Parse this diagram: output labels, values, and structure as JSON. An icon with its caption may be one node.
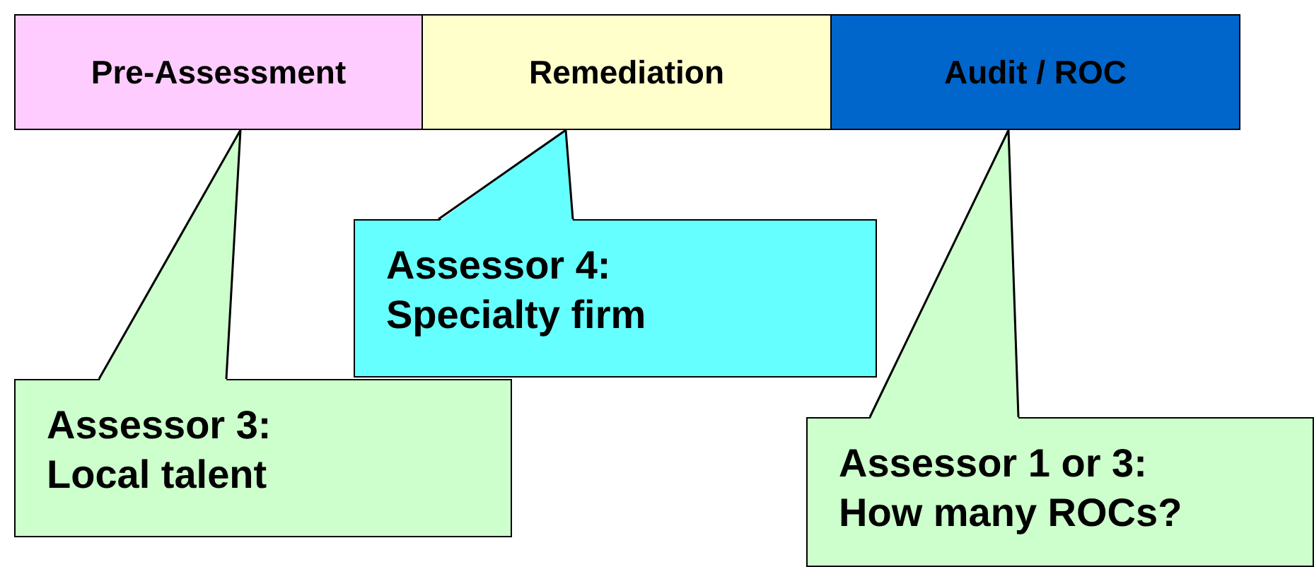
{
  "diagram": {
    "nodes": [
      {
        "text": [
          "Pre-Assessment"
        ]
      },
      {
        "text": [
          "Remediation"
        ]
      },
      {
        "text": [
          "Audit / ROC"
        ]
      },
      {
        "text": [
          "Assessor 3: Local talent"
        ]
      },
      {
        "text": [
          "Assessor 4: Specialty firm"
        ]
      },
      {
        "text": [
          "Assessor 1 or 3: How many ROCs?"
        ]
      }
    ],
    "edges": [
      {
        "from": 3,
        "to": 0,
        "arrow": "none"
      },
      {
        "from": 4,
        "to": 1,
        "arrow": "none"
      },
      {
        "from": 5,
        "to": 2,
        "arrow": "none"
      }
    ]
  }
}
